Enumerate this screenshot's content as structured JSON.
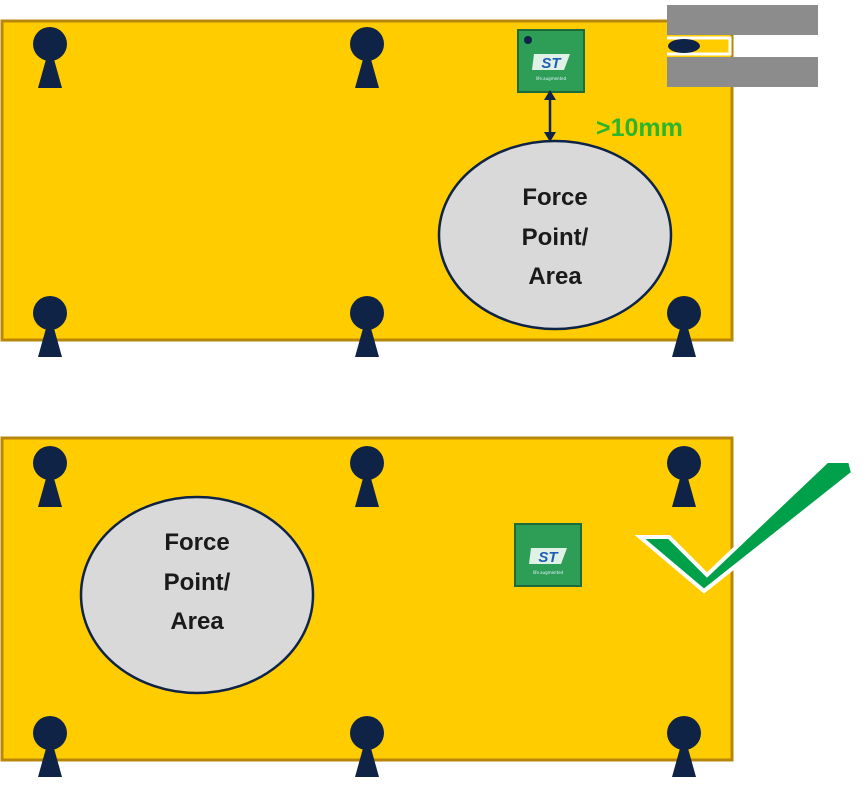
{
  "colors": {
    "board": "#FFCC00",
    "board_border": "#B8860B",
    "support": "#0E2346",
    "ellipse_fill": "#D9D9D9",
    "ellipse_stroke": "#0E2346",
    "chip": "#2E9E57",
    "chip_border": "#1E6B3A",
    "logo": "#1F5FB3",
    "clearance": "#2BB52B",
    "check": "#00A04A",
    "bar": "#8C8C8C"
  },
  "top_board": {
    "force_label": [
      "Force",
      "Point/",
      "Area"
    ],
    "clearance_label": ">10mm",
    "chip_logo": "ST",
    "chip_caption": "life.augmented"
  },
  "bottom_board": {
    "force_label": [
      "Force",
      "Point/",
      "Area"
    ],
    "chip_logo": "ST",
    "chip_caption": "life.augmented",
    "status_icon": "check-mark-icon"
  }
}
